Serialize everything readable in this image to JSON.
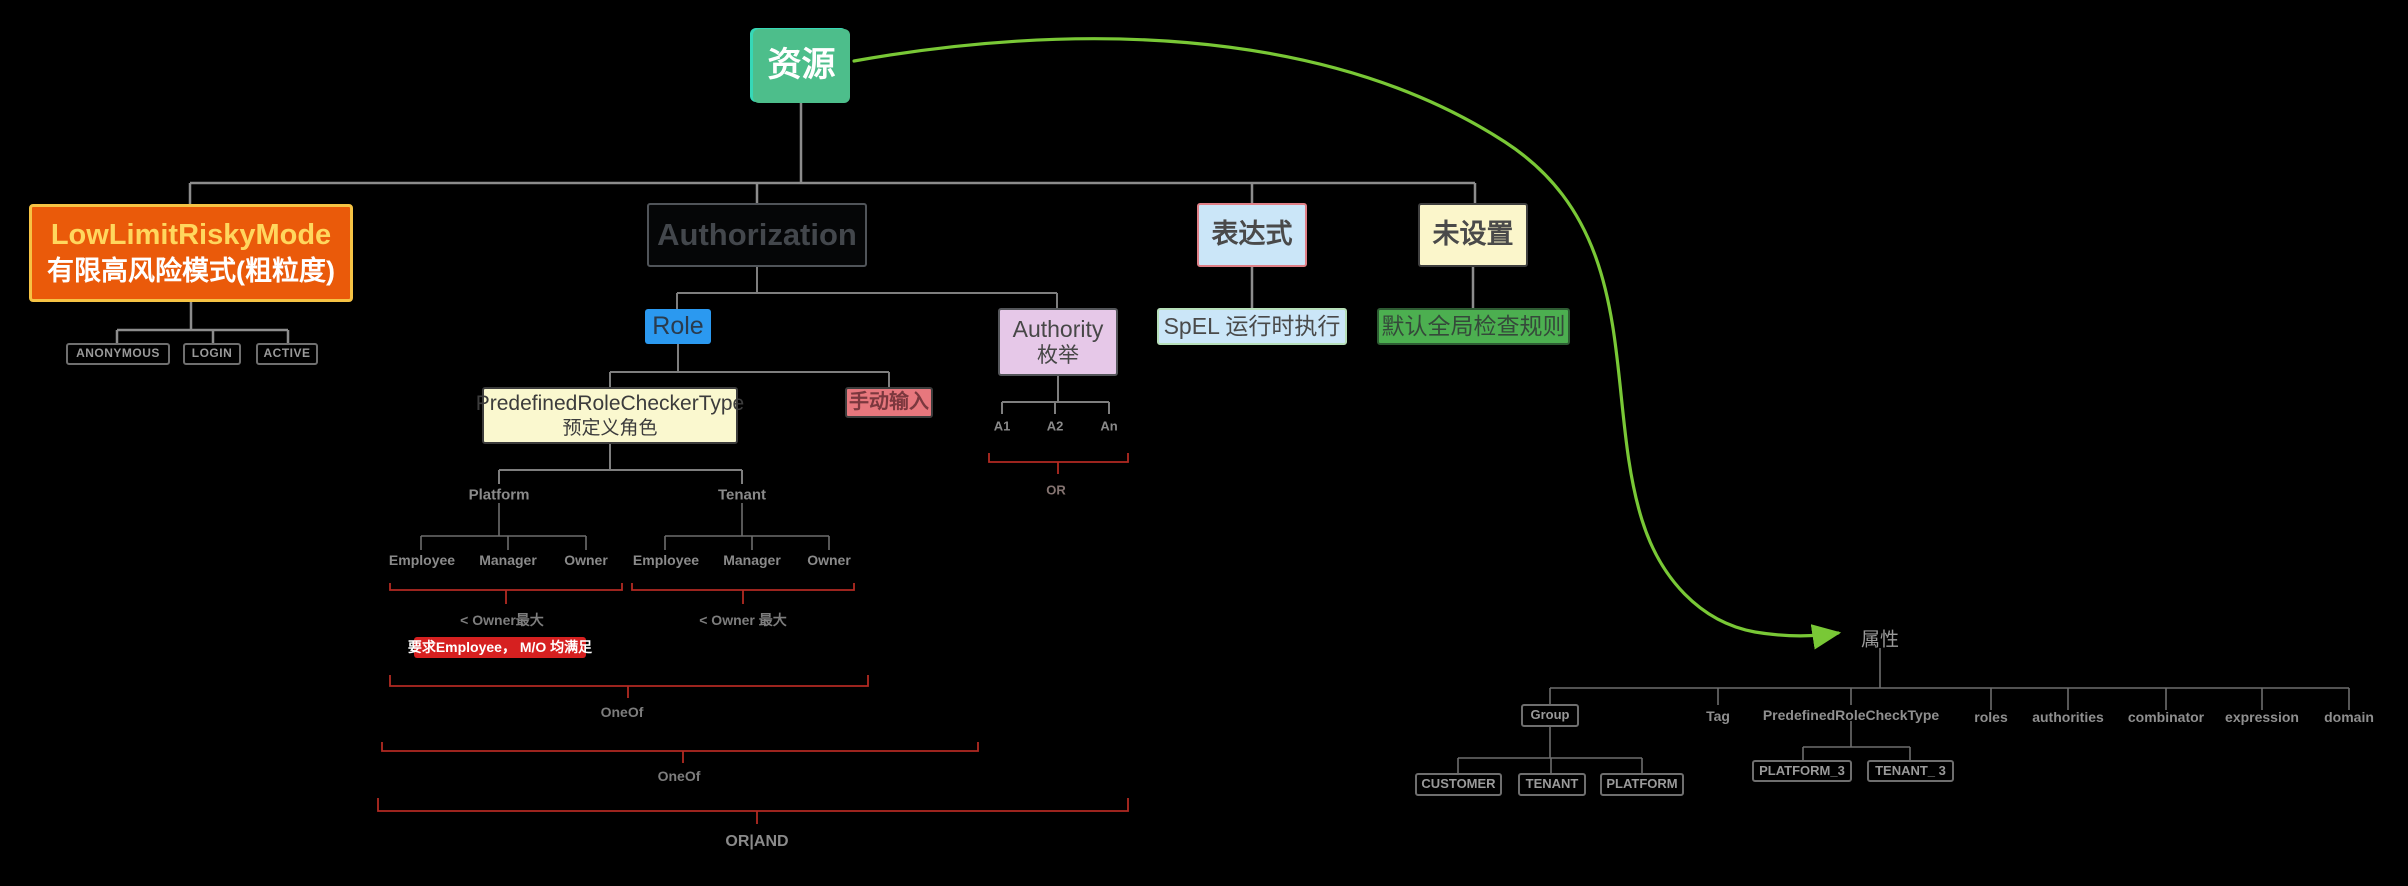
{
  "root": {
    "label": "资源"
  },
  "risky": {
    "title": "LowLimitRiskyMode",
    "subtitle": "有限高风险模式(粗粒度)",
    "anonymous": "ANONYMOUS",
    "login": "LOGIN",
    "active": "ACTIVE"
  },
  "authorization": {
    "label": "Authorization",
    "role": "Role",
    "predefined": {
      "title": "PredefinedRoleCheckerType",
      "subtitle": "预定义角色"
    },
    "manual_input": "手动输入",
    "authority": {
      "title": "Authority",
      "subtitle": "枚举",
      "a1": "A1",
      "a2": "A2",
      "an": "An",
      "summary_or": "OR"
    },
    "platform": "Platform",
    "tenant": "Tenant",
    "platform_children": {
      "employee": "Employee",
      "manager": "Manager",
      "owner": "Owner"
    },
    "tenant_children": {
      "employee": "Employee",
      "manager": "Manager",
      "owner": "Owner"
    }
  },
  "expression": {
    "label": "表达式",
    "note": "SpEL 运行时执行"
  },
  "unset": {
    "label": "未设置",
    "note": "默认全局检查规则"
  },
  "annotations": {
    "owner_max_platform": "< Owner最大",
    "owner_max_tenant": "< Owner 最大",
    "require_employee": "要求Employee， M/O 均满足",
    "oneof_roles": "OneOf",
    "oneof_groups": "OneOf",
    "or_and": "OR|AND"
  },
  "attributes": {
    "label": "属性",
    "group": "Group",
    "tag": "Tag",
    "predefined_role_check_type": "PredefinedRoleCheckType",
    "roles": "roles",
    "authorities": "authorities",
    "combinator": "combinator",
    "expression": "expression",
    "domain": "domain",
    "group_children": {
      "customer": "CUSTOMER",
      "tenant": "TENANT",
      "platform": "PLATFORM"
    },
    "check_type_children": {
      "platform_3": "PLATFORM_3",
      "tenant_3": "TENANT_ 3"
    }
  },
  "colors": {
    "background": "#000000",
    "root_green": "#4dbe8b",
    "root_selection_teal": "#36d8b7",
    "risky_orange": "#ea5a0a",
    "risky_border_yellow": "#f6c344",
    "risky_title_yellow": "#ffd75e",
    "role_blue": "#2b99f0",
    "predefined_yellow": "#faf8cf",
    "manual_pink": "#e7777d",
    "authority_purple": "#e6c8e8",
    "expression_blue": "#cbe6f8",
    "expression_border_pink": "#e08087",
    "spel_border_green": "#b7dfb9",
    "unset_yellow": "#fbf6cb",
    "default_rule_green": "#4caf50",
    "bracket_red": "#b22a22",
    "require_label_red": "#d62020",
    "relationship_curve_green": "#79c836",
    "connector_gray": "#8c8c8c"
  }
}
